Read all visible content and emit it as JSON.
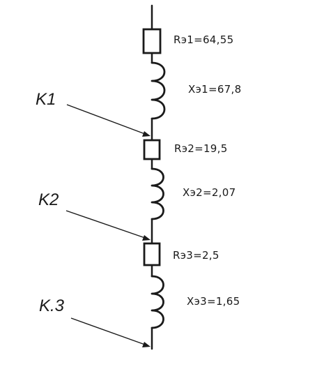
{
  "labels": {
    "r1": "Rэ1=64,55",
    "x1": "Xэ1=67,8",
    "r2": "Rэ2=19,5",
    "x2": "Xэ2=2,07",
    "r3": "Rэ3=2,5",
    "x3": "Xэ3=1,65",
    "k1": "K1",
    "k2": "K2",
    "k3": "K.3"
  }
}
